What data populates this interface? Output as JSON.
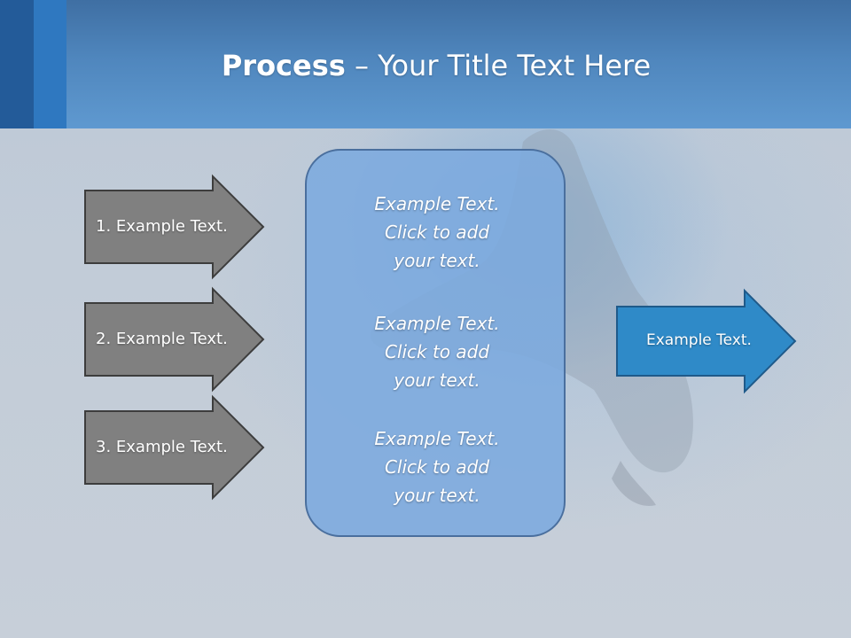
{
  "slide": {
    "title_bold": "Process",
    "title_rest": " – Your Title Text Here"
  },
  "inputs": [
    {
      "label": "1. Example Text."
    },
    {
      "label": "2. Example Text."
    },
    {
      "label": "3. Example Text."
    }
  ],
  "center_box": {
    "items": [
      {
        "line1": "Example Text.",
        "line2": "Click  to add",
        "line3": "your text."
      },
      {
        "line1": "Example Text.",
        "line2": "Click  to add",
        "line3": "your text."
      },
      {
        "line1": "Example Text.",
        "line2": "Click  to add",
        "line3": "your text."
      }
    ]
  },
  "output": {
    "label": "Example Text."
  },
  "colors": {
    "header": "#4f86bd",
    "input_arrow_fill": "#808080",
    "output_arrow_fill": "#2f8ac8",
    "center_box_fill": "#7caade"
  }
}
